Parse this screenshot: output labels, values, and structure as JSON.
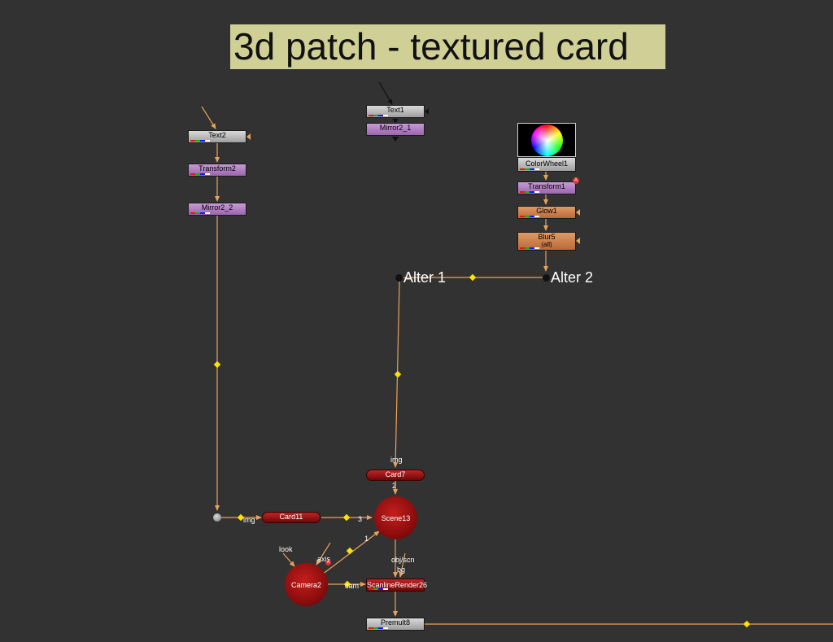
{
  "title_note": "3d patch - textured card",
  "nodes": {
    "text2": "Text2",
    "transform2": "Transform2",
    "mirror2_2": "Mirror2_2",
    "text1": "Text1",
    "mirror2_1": "Mirror2_1",
    "colorwheel1": "ColorWheel1",
    "transform1": "Transform1",
    "glow1": "Glow1",
    "blur5": "Blur5",
    "blur5_sub": "(all)",
    "card7": "Card7",
    "card11": "Card11",
    "scene13": "Scene13",
    "camera2": "Camera2",
    "scanlinerender26": "ScanlineRender26",
    "premult8": "Premult8"
  },
  "dots": {
    "alter1": "Alter 1",
    "alter2": "Alter 2"
  },
  "input_labels": {
    "card7_img": "img",
    "card7_out": "2",
    "card11_img": "img",
    "scene_in3": "3",
    "scene_in1": "1",
    "camera_look": "look",
    "camera_axis": "axis",
    "render_objscn": "obj/scn",
    "render_bg": "bg",
    "render_cam": "cam"
  },
  "badges": {
    "transform1_anim": "A",
    "camera_axis_anim": "A"
  },
  "colors": {
    "background": "#323232",
    "sticky_note": "#cfcf96",
    "wire": "#e8a25a",
    "wire_dot": "#ffe000",
    "node_grey": "#bdbdbd",
    "node_purple": "#b07fc0",
    "node_orange": "#c97c46",
    "node_3d_red": "#a01010"
  }
}
